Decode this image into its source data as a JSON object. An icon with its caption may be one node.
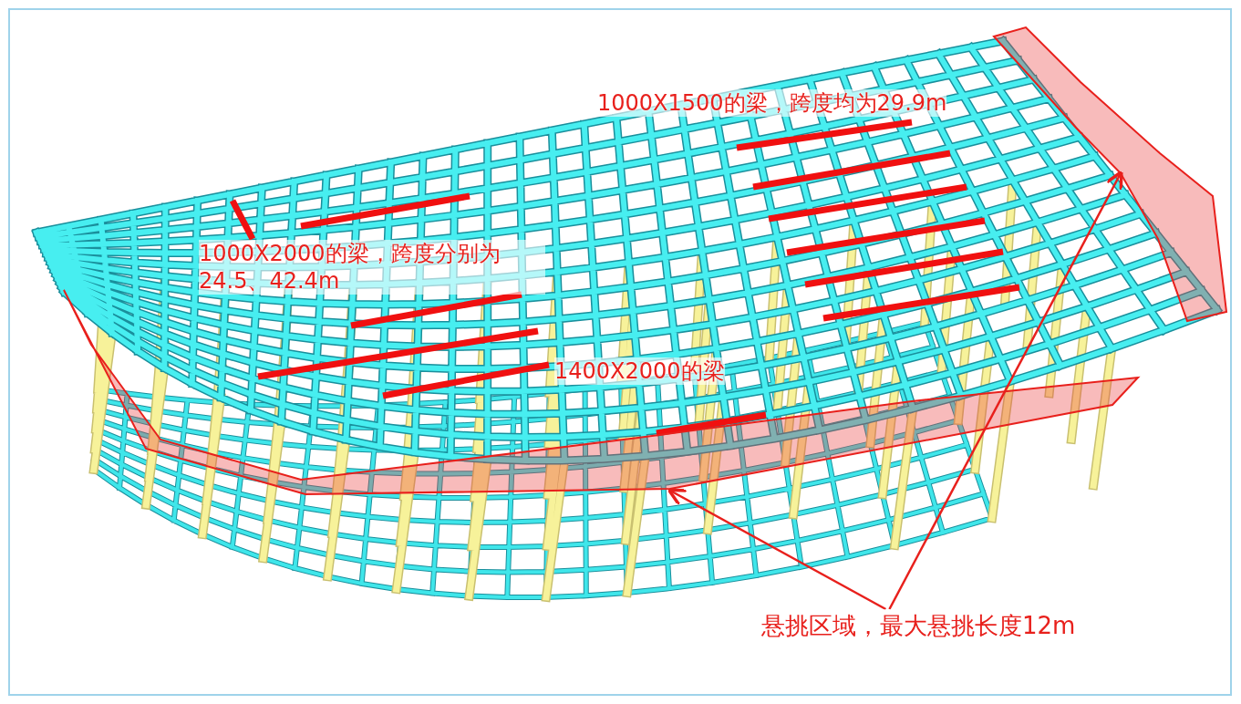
{
  "diagram": {
    "nodes": [
      {
        "text": [
          "悬挑区域，最大悬挑长度12m"
        ]
      },
      {
        "text": [],
        "shape": "band"
      },
      {
        "text": [],
        "shape": "band"
      }
    ],
    "edges": [
      {
        "from": 0,
        "to": 1,
        "arrow": "to"
      },
      {
        "from": 0,
        "to": 2,
        "arrow": "to"
      }
    ],
    "labels": [
      "1000X1500的梁，跨度均为29.9m",
      "1000X2000的梁，跨度分别为24.5、42.4m",
      "1400X2000的梁"
    ]
  }
}
